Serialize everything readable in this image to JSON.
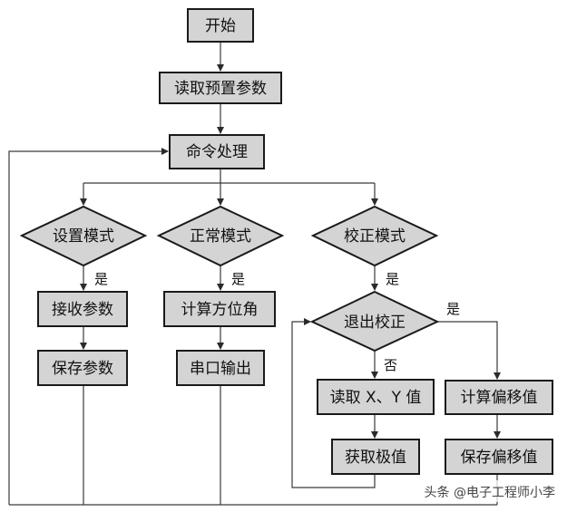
{
  "diagram": {
    "nodes": {
      "start": "开始",
      "read_preset": "读取预置参数",
      "cmd": "命令处理",
      "setup_mode": "设置模式",
      "normal_mode": "正常模式",
      "calib_mode": "校正模式",
      "recv_params": "接收参数",
      "calc_angle": "计算方位角",
      "exit_calib": "退出校正",
      "save_params": "保存参数",
      "serial_out": "串口输出",
      "read_xy": "读取 X、Y 值",
      "calc_offset": "计算偏移值",
      "get_extreme": "获取极值",
      "save_offset": "保存偏移值"
    },
    "edge_labels": {
      "yes": "是",
      "no": "否"
    }
  },
  "watermark": "头条 @电子工程师小李"
}
